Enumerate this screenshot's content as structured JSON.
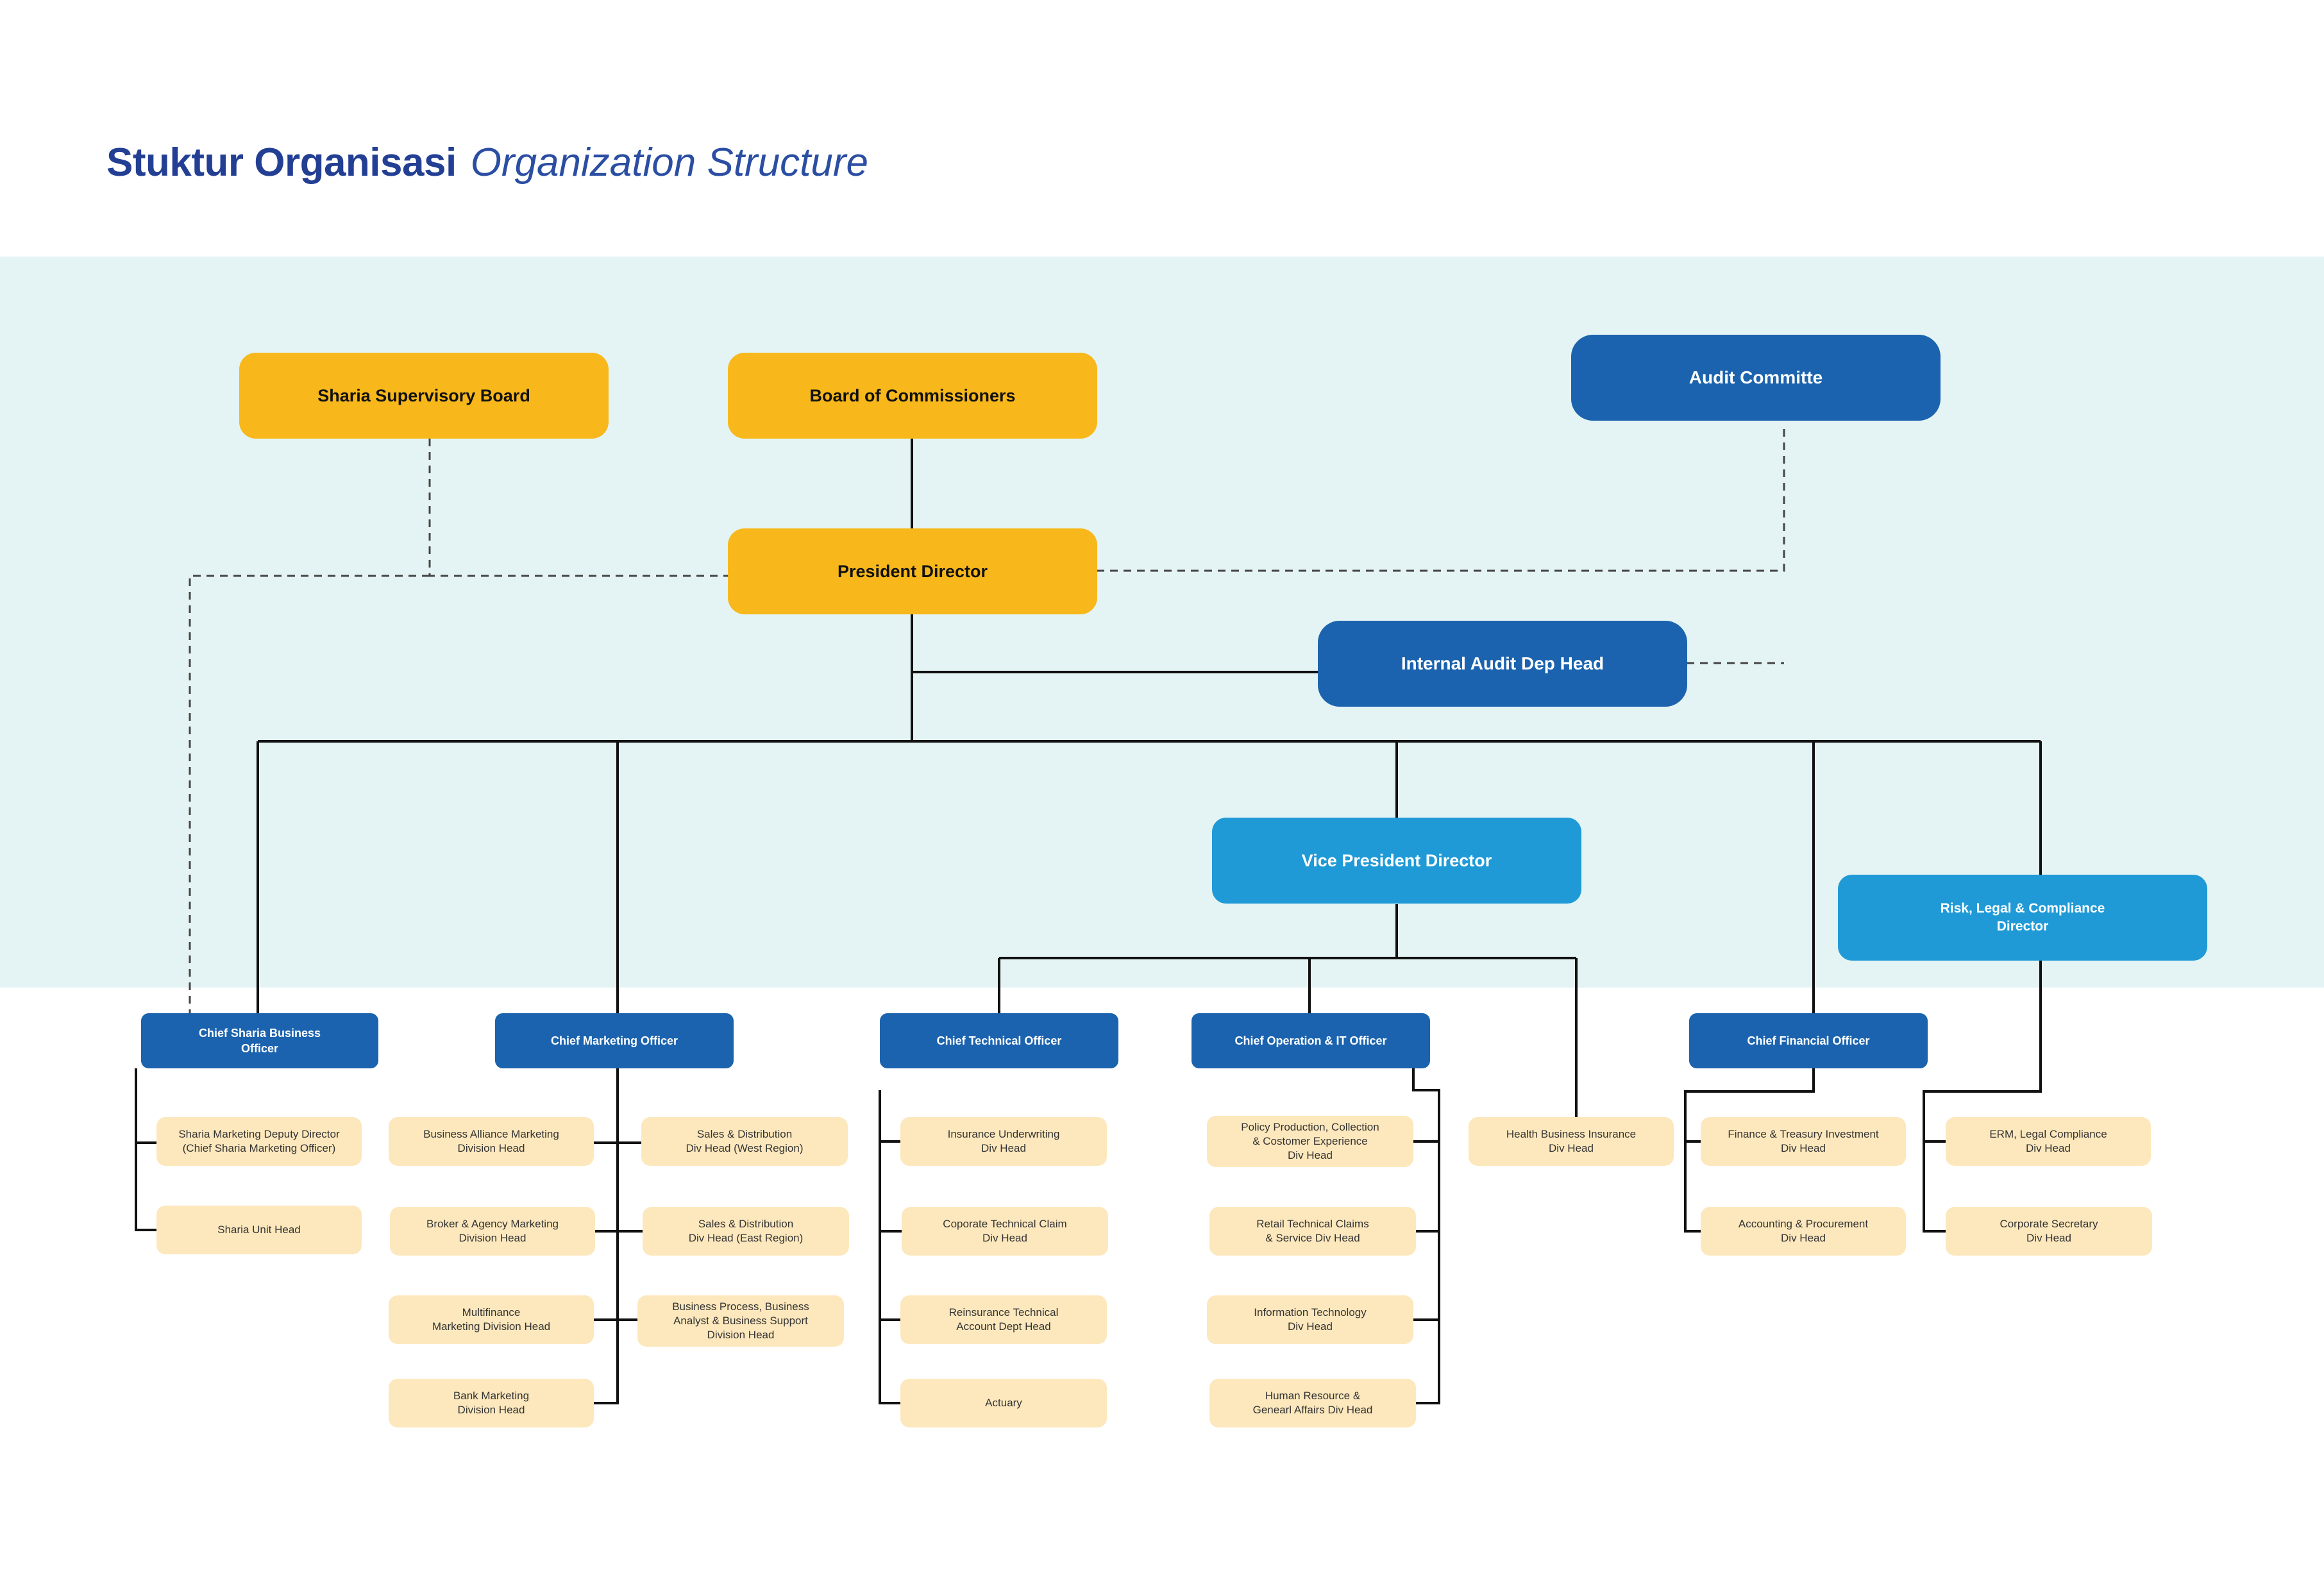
{
  "title": {
    "main": "Stuktur Organisasi",
    "sub": "Organization Structure"
  },
  "colors": {
    "title": "#233f94",
    "band": "#e4f4f4",
    "board": "#f8b81b",
    "audit": "#1b63ae",
    "director": "#1f9ad7",
    "chief": "#1b63ae",
    "unit": "#fde8bd",
    "line": "#111111"
  },
  "nodes": {
    "sharia_board": "Sharia Supervisory Board",
    "commissioners": "Board of Commissioners",
    "audit_committee": "Audit Committe",
    "president_director": "President Director",
    "internal_audit": "Internal Audit Dep Head",
    "vice_president": "Vice President Director",
    "risk_director": "Risk, Legal & Compliance\nDirector",
    "health_insurance": "Health Business Insurance\nDiv Head"
  },
  "chiefs": {
    "sharia": {
      "title": "Chief Sharia Business\nOfficer",
      "units": [
        "Sharia Marketing Deputy Director\n(Chief Sharia Marketing Officer)",
        "Sharia Unit Head"
      ]
    },
    "marketing": {
      "title": "Chief Marketing Officer",
      "units_left": [
        "Business Alliance Marketing\nDivision Head",
        "Broker & Agency Marketing\nDivision Head",
        "Multifinance\nMarketing Division Head",
        "Bank Marketing\nDivision Head"
      ],
      "units_right": [
        "Sales & Distribution\nDiv Head (West Region)",
        "Sales & Distribution\nDiv Head (East Region)",
        "Business Process, Business\nAnalyst & Business Support\nDivision Head"
      ]
    },
    "technical": {
      "title": "Chief Technical Officer",
      "units": [
        "Insurance Underwriting\nDiv Head",
        "Coporate Technical Claim\nDiv Head",
        "Reinsurance Technical\nAccount Dept Head",
        "Actuary"
      ]
    },
    "operation": {
      "title": "Chief Operation & IT Officer",
      "units": [
        "Policy Production, Collection\n& Costomer Experience\nDiv Head",
        "Retail Technical Claims\n& Service Div Head",
        "Information Technology\nDiv Head",
        "Human Resource &\nGenearl Affairs Div Head"
      ]
    },
    "financial": {
      "title": "Chief Financial Officer",
      "units": [
        "Finance & Treasury Investment\nDiv Head",
        "Accounting & Procurement\nDiv Head"
      ]
    },
    "risk": {
      "units": [
        "ERM, Legal Compliance\nDiv Head",
        "Corporate Secretary\nDiv Head"
      ]
    }
  }
}
